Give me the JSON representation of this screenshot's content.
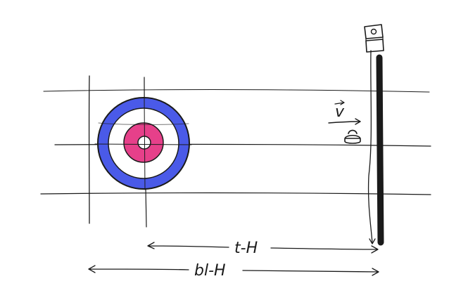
{
  "labels": {
    "velocity": "v",
    "tee_to_hog": "t-H",
    "backline_to_hog": "bl-H"
  },
  "colors": {
    "house_outer_ring": "#4a5ae8",
    "house_inner_ring": "#e6408a",
    "laser_line": "#e03030",
    "hog_line_bar": "#000000",
    "ink": "#1a1a1a"
  },
  "icons": {
    "stone": "curling-stone-icon",
    "sensor": "sensor-device-icon",
    "velocity_arrow": "vector-arrow-icon"
  }
}
